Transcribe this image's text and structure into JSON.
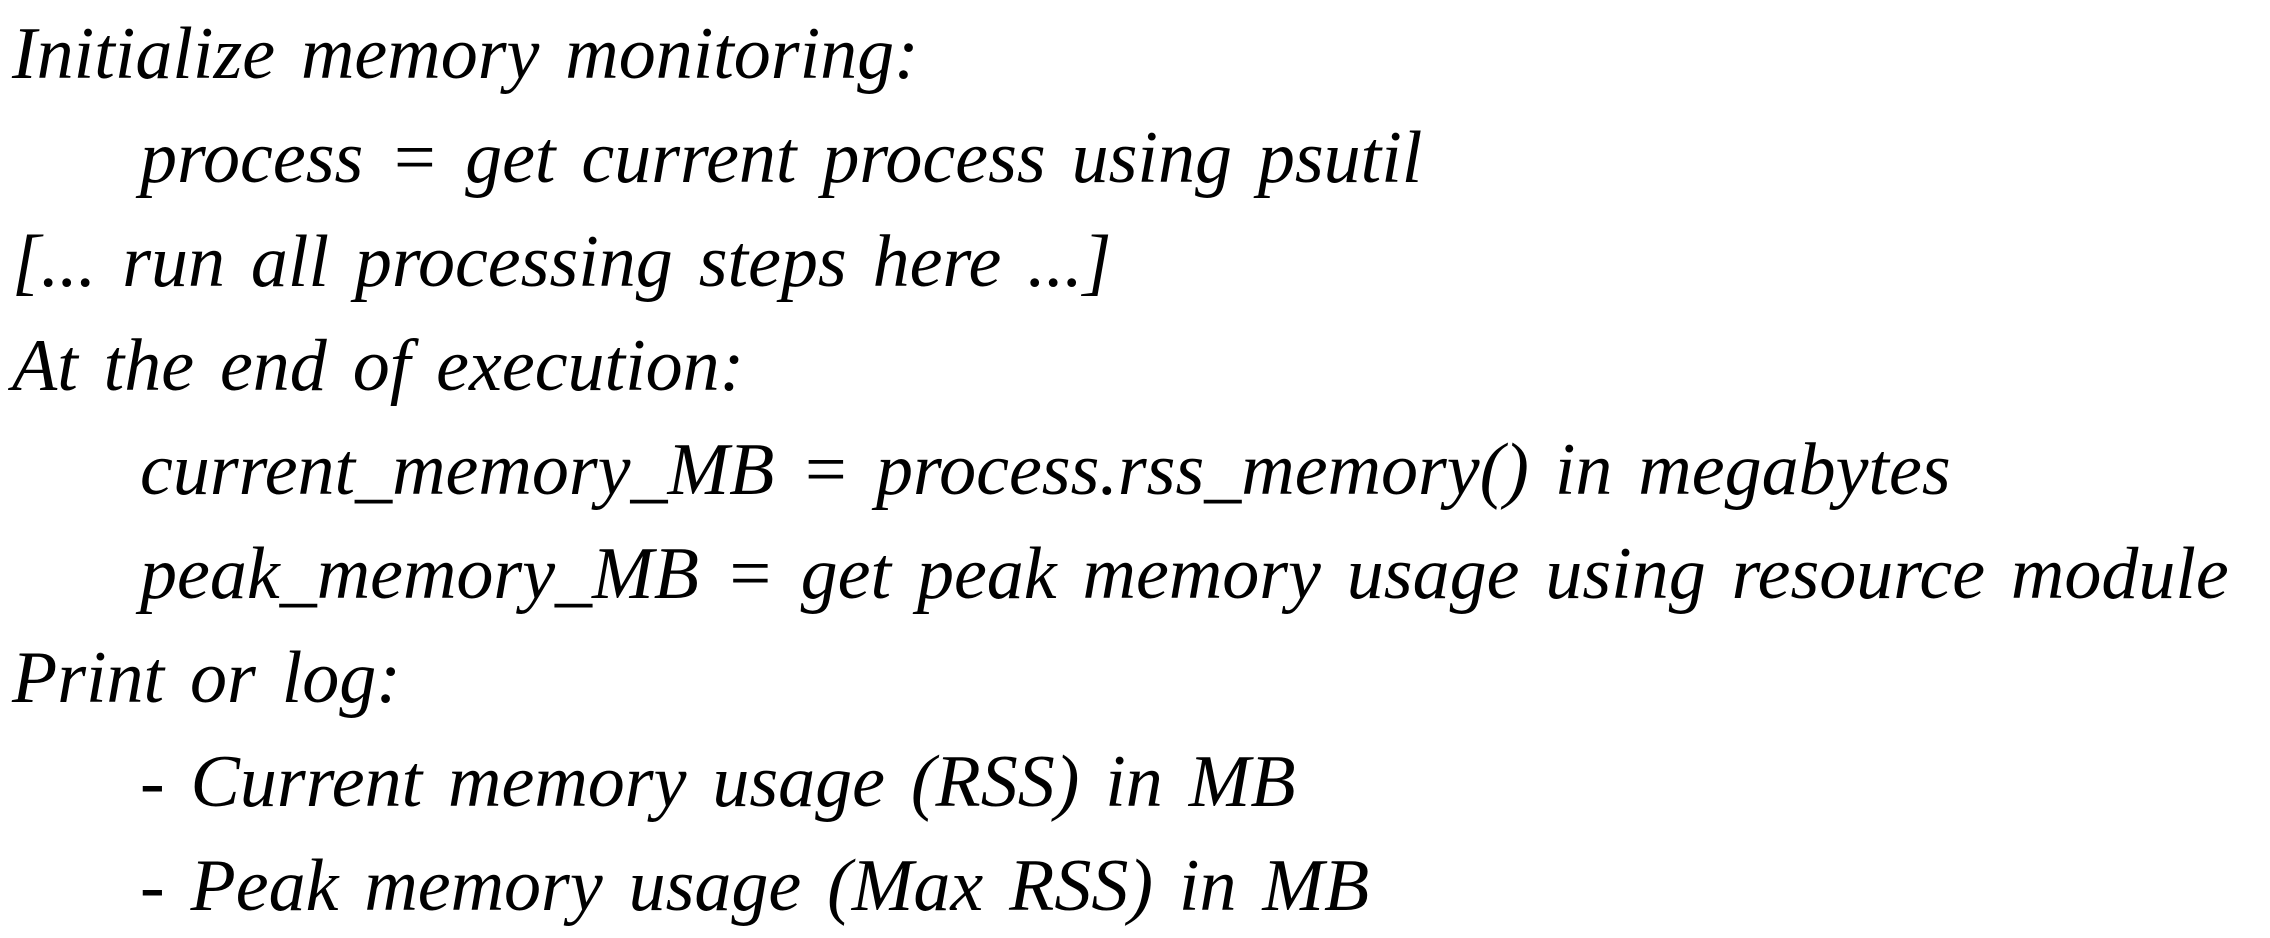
{
  "figure": {
    "description": "Pseudocode figure for memory monitoring",
    "colors": {
      "text": "#000000",
      "background": "#ffffff"
    },
    "lines": [
      {
        "text": "Initialize memory monitoring:",
        "indent": false
      },
      {
        "text": "process = get current process using psutil",
        "indent": true
      },
      {
        "text": "[... run all processing steps here ...]",
        "indent": false
      },
      {
        "text": "At the end of execution:",
        "indent": false
      },
      {
        "text": "current_memory_MB = process.rss_memory() in megabytes",
        "indent": true
      },
      {
        "text": "peak_memory_MB = get peak memory usage using resource module",
        "indent": true
      },
      {
        "text": "Print or log:",
        "indent": false
      },
      {
        "text": "- Current memory usage (RSS) in MB",
        "indent": true
      },
      {
        "text": "- Peak memory usage (Max RSS) in MB",
        "indent": true
      }
    ]
  }
}
